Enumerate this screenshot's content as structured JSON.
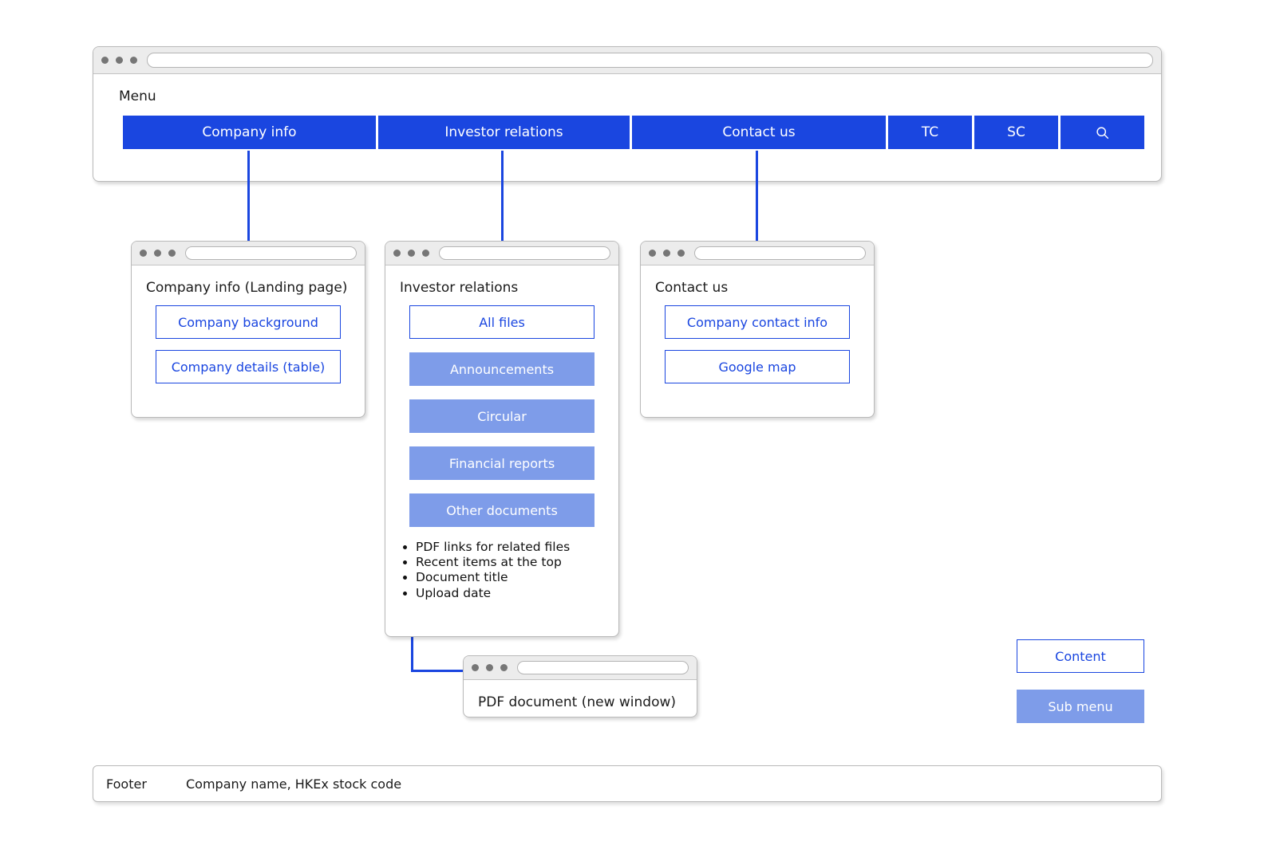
{
  "main_browser": {
    "menu_label": "Menu",
    "nav_items": [
      {
        "label": "Company info",
        "icon": ""
      },
      {
        "label": "Investor relations",
        "icon": ""
      },
      {
        "label": "Contact us",
        "icon": ""
      },
      {
        "label": "TC",
        "icon": ""
      },
      {
        "label": "SC",
        "icon": ""
      },
      {
        "label": "",
        "icon": "search-icon"
      }
    ]
  },
  "cards": {
    "company": {
      "title": "Company info (Landing page)",
      "buttons": [
        {
          "label": "Company background",
          "kind": "content"
        },
        {
          "label": "Company details (table)",
          "kind": "content"
        }
      ]
    },
    "investor": {
      "title": "Investor relations",
      "buttons": [
        {
          "label": "All files",
          "kind": "content"
        },
        {
          "label": "Announcements",
          "kind": "submenu"
        },
        {
          "label": "Circular",
          "kind": "submenu"
        },
        {
          "label": "Financial reports",
          "kind": "submenu"
        },
        {
          "label": "Other documents",
          "kind": "submenu"
        }
      ],
      "notes": [
        "PDF links for related files",
        "Recent items at the top",
        "Document title",
        "Upload date"
      ]
    },
    "contact": {
      "title": "Contact us",
      "buttons": [
        {
          "label": "Company contact info",
          "kind": "content"
        },
        {
          "label": "Google map",
          "kind": "content"
        }
      ]
    },
    "pdf": {
      "title": "PDF document (new window)"
    }
  },
  "legend": {
    "content_label": "Content",
    "submenu_label": "Sub menu"
  },
  "footer": {
    "label": "Footer",
    "text": "Company name, HKEx stock code"
  },
  "colors": {
    "nav_blue": "#1a46e0",
    "submenu_blue": "#7e9ce9",
    "content_outline": "#1a46e0",
    "chrome_gray": "#ececec"
  }
}
